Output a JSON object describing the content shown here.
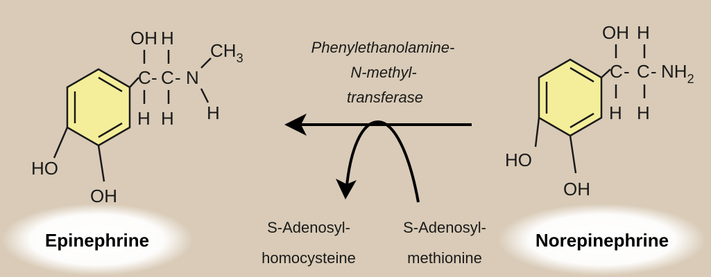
{
  "enzyme": {
    "line1": "Phenylethanolamine-",
    "line2": "N-methyl-",
    "line3": "transferase"
  },
  "cofactors": {
    "product_line1": "S-Adenosyl-",
    "product_line2": "homocysteine",
    "substrate_line1": "S-Adenosyl-",
    "substrate_line2": "methionine"
  },
  "epinephrine": {
    "name": "Epinephrine",
    "oh_top": "OH",
    "h_top": "H",
    "c1": "C",
    "c2": "C",
    "n": "N",
    "ch3": "CH",
    "ch3_sub": "3",
    "h_bottom1": "H",
    "h_bottom2": "H",
    "h_n": "H",
    "ho": "HO",
    "oh_bottom": "OH",
    "dash1": "-",
    "dash2": "-",
    "dash3": "-"
  },
  "norepinephrine": {
    "name": "Norepinephrine",
    "oh_top": "OH",
    "h_top": "H",
    "c1": "C",
    "c2": "C",
    "nh": "NH",
    "nh_sub": "2",
    "h_bottom1": "H",
    "h_bottom2": "H",
    "ho": "HO",
    "oh_bottom": "OH",
    "dash1": "-",
    "dash2": "-",
    "dash3": "-"
  },
  "colors": {
    "background": "#d9cbb7",
    "ring_fill": "#f4ee9a",
    "label_glow": "#ffffff"
  }
}
